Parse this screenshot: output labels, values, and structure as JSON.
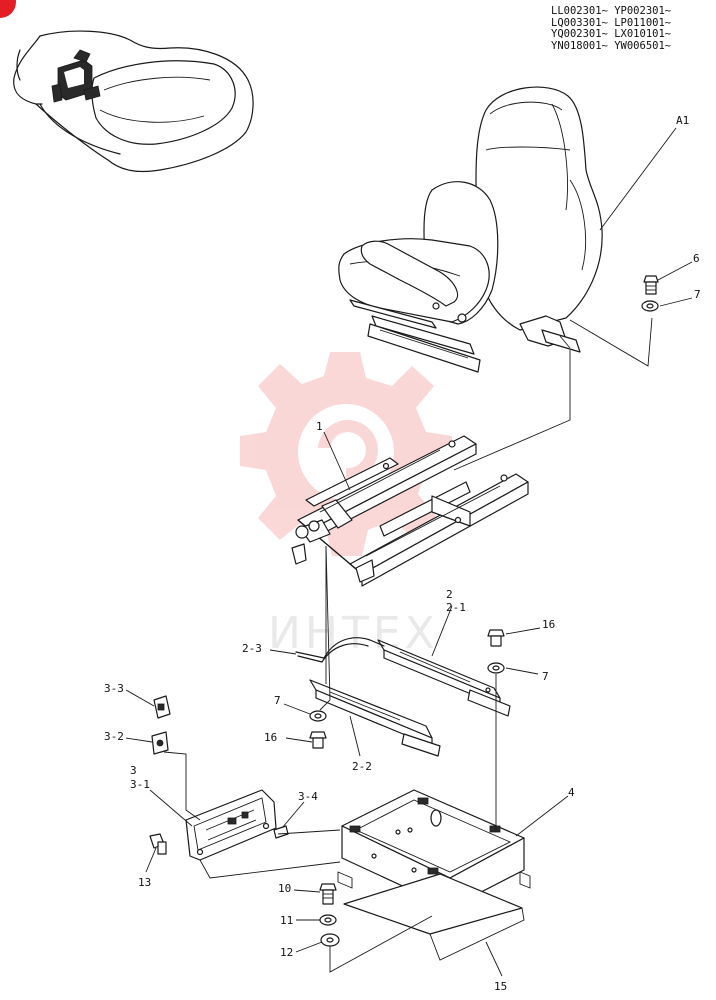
{
  "serial_ranges": [
    "LL002301~ YP002301~",
    "LQ003301~ LP011001~",
    "YQ002301~ LX010101~",
    "YN018001~ YW006501~"
  ],
  "watermark": "ИНТЕХ",
  "colors": {
    "line": "#1a1a1a",
    "corner_marker": "#e31e24",
    "watermark_gear": "#f6b8b8",
    "watermark_text": "#e9e9e9"
  },
  "part_labels": {
    "a1": "A1",
    "p6": "6",
    "p7_top": "7",
    "p1": "1",
    "p2": "2",
    "p2_1": "2-1",
    "p16_right": "16",
    "p7_right": "7",
    "p2_3": "2-3",
    "p7_left": "7",
    "p16_left": "16",
    "p2_2": "2-2",
    "p3_3": "3-3",
    "p3_2": "3-2",
    "p3": "3",
    "p3_1": "3-1",
    "p3_4": "3-4",
    "p4": "4",
    "p13": "13",
    "p10": "10",
    "p11": "11",
    "p12": "12",
    "p15": "15"
  }
}
